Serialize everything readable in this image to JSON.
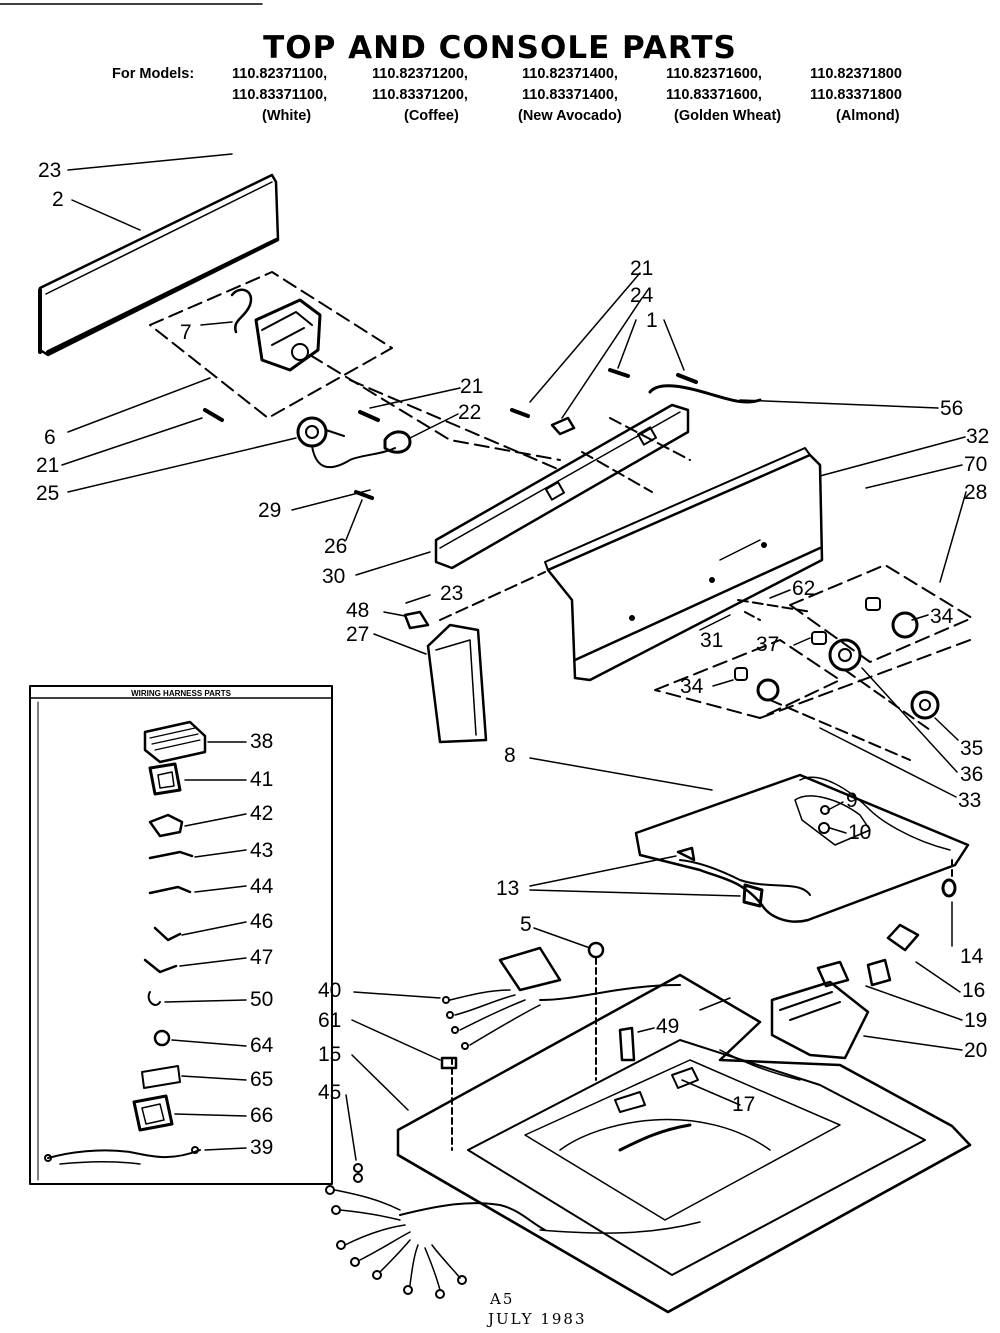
{
  "title": "TOP AND CONSOLE PARTS",
  "models": {
    "prefix": "For Models:",
    "row1": [
      "110.82371100,",
      "110.82371200,",
      "110.82371400,",
      "110.82371600,",
      "110.82371800"
    ],
    "row2": [
      "110.83371100,",
      "110.83371200,",
      "110.83371400,",
      "110.83371600,",
      "110.83371800"
    ],
    "colors": [
      "(White)",
      "(Coffee)",
      "(New Avocado)",
      "(Golden Wheat)",
      "(Almond)"
    ]
  },
  "inset": {
    "title": "WIRING HARNESS PARTS"
  },
  "callouts": {
    "c23a": "23",
    "c2": "2",
    "c7": "7",
    "c6": "6",
    "c21a": "21",
    "c25": "25",
    "c21b": "21",
    "c22": "22",
    "c29": "29",
    "c26": "26",
    "c30": "30",
    "c23b": "23",
    "c48": "48",
    "c27": "27",
    "c21c": "21",
    "c24": "24",
    "c1": "1",
    "c56": "56",
    "c32": "32",
    "c70": "70",
    "c28": "28",
    "c62": "62",
    "c34a": "34",
    "c37": "37",
    "c31": "31",
    "c34b": "34",
    "c35": "35",
    "c36": "36",
    "c33": "33",
    "c8": "8",
    "c9": "9",
    "c10": "10",
    "c13": "13",
    "c14": "14",
    "c5": "5",
    "c16": "16",
    "c19": "19",
    "c20": "20",
    "c40": "40",
    "c61": "61",
    "c49": "49",
    "c15": "15",
    "c45": "45",
    "c17": "17",
    "c38": "38",
    "c41": "41",
    "c42": "42",
    "c43": "43",
    "c44": "44",
    "c46": "46",
    "c47": "47",
    "c50": "50",
    "c64": "64",
    "c65": "65",
    "c66": "66",
    "c39": "39"
  },
  "footer": {
    "code": "A5",
    "date": "JULY 1983"
  }
}
